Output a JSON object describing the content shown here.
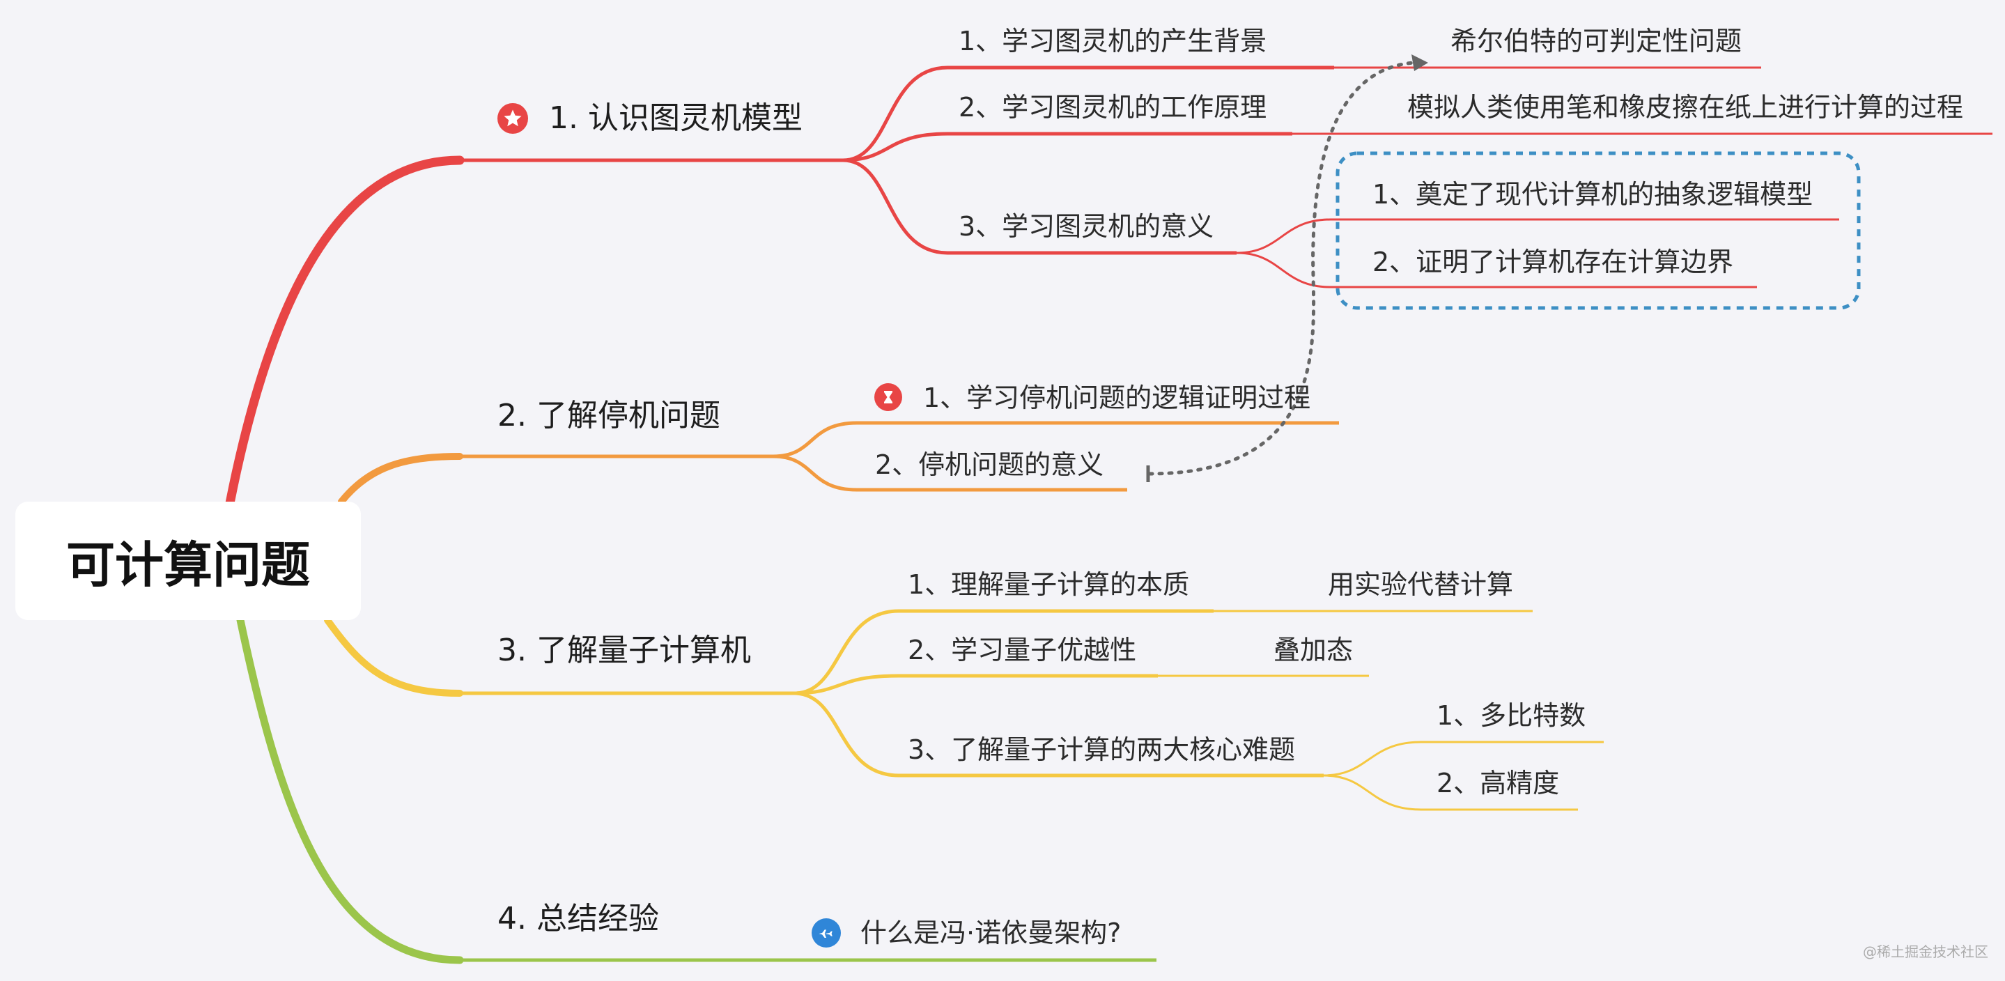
{
  "root": {
    "label": "可计算问题"
  },
  "colors": {
    "branch1": "#e84545",
    "branch2": "#f29a3f",
    "branch3": "#f5c842",
    "branch4": "#9bc54b",
    "dashed_box": "#3d8fc4",
    "connector": "#666666"
  },
  "branches": [
    {
      "label": "1. 认识图灵机模型",
      "marker": "star-icon",
      "children": [
        {
          "label": "1、学习图灵机的产生背景",
          "children": [
            {
              "label": "希尔伯特的可判定性问题"
            }
          ]
        },
        {
          "label": "2、学习图灵机的工作原理",
          "children": [
            {
              "label": "模拟人类使用笔和橡皮擦在纸上进行计算的过程"
            }
          ]
        },
        {
          "label": "3、学习图灵机的意义",
          "children": [
            {
              "label": "1、奠定了现代计算机的抽象逻辑模型"
            },
            {
              "label": "2、证明了计算机存在计算边界"
            }
          ]
        }
      ]
    },
    {
      "label": "2. 了解停机问题",
      "children": [
        {
          "label": "1、学习停机问题的逻辑证明过程",
          "marker": "hourglass-icon"
        },
        {
          "label": "2、停机问题的意义"
        }
      ]
    },
    {
      "label": "3. 了解量子计算机",
      "children": [
        {
          "label": "1、理解量子计算的本质",
          "children": [
            {
              "label": "用实验代替计算"
            }
          ]
        },
        {
          "label": "2、学习量子优越性",
          "children": [
            {
              "label": "叠加态"
            }
          ]
        },
        {
          "label": "3、了解量子计算的两大核心难题",
          "children": [
            {
              "label": "1、多比特数"
            },
            {
              "label": "2、高精度"
            }
          ]
        }
      ]
    },
    {
      "label": "4. 总结经验",
      "children": [
        {
          "label": "什么是冯·诺依曼架构?",
          "marker": "airplane-icon"
        }
      ]
    }
  ],
  "watermark": "@稀土掘金技术社区"
}
